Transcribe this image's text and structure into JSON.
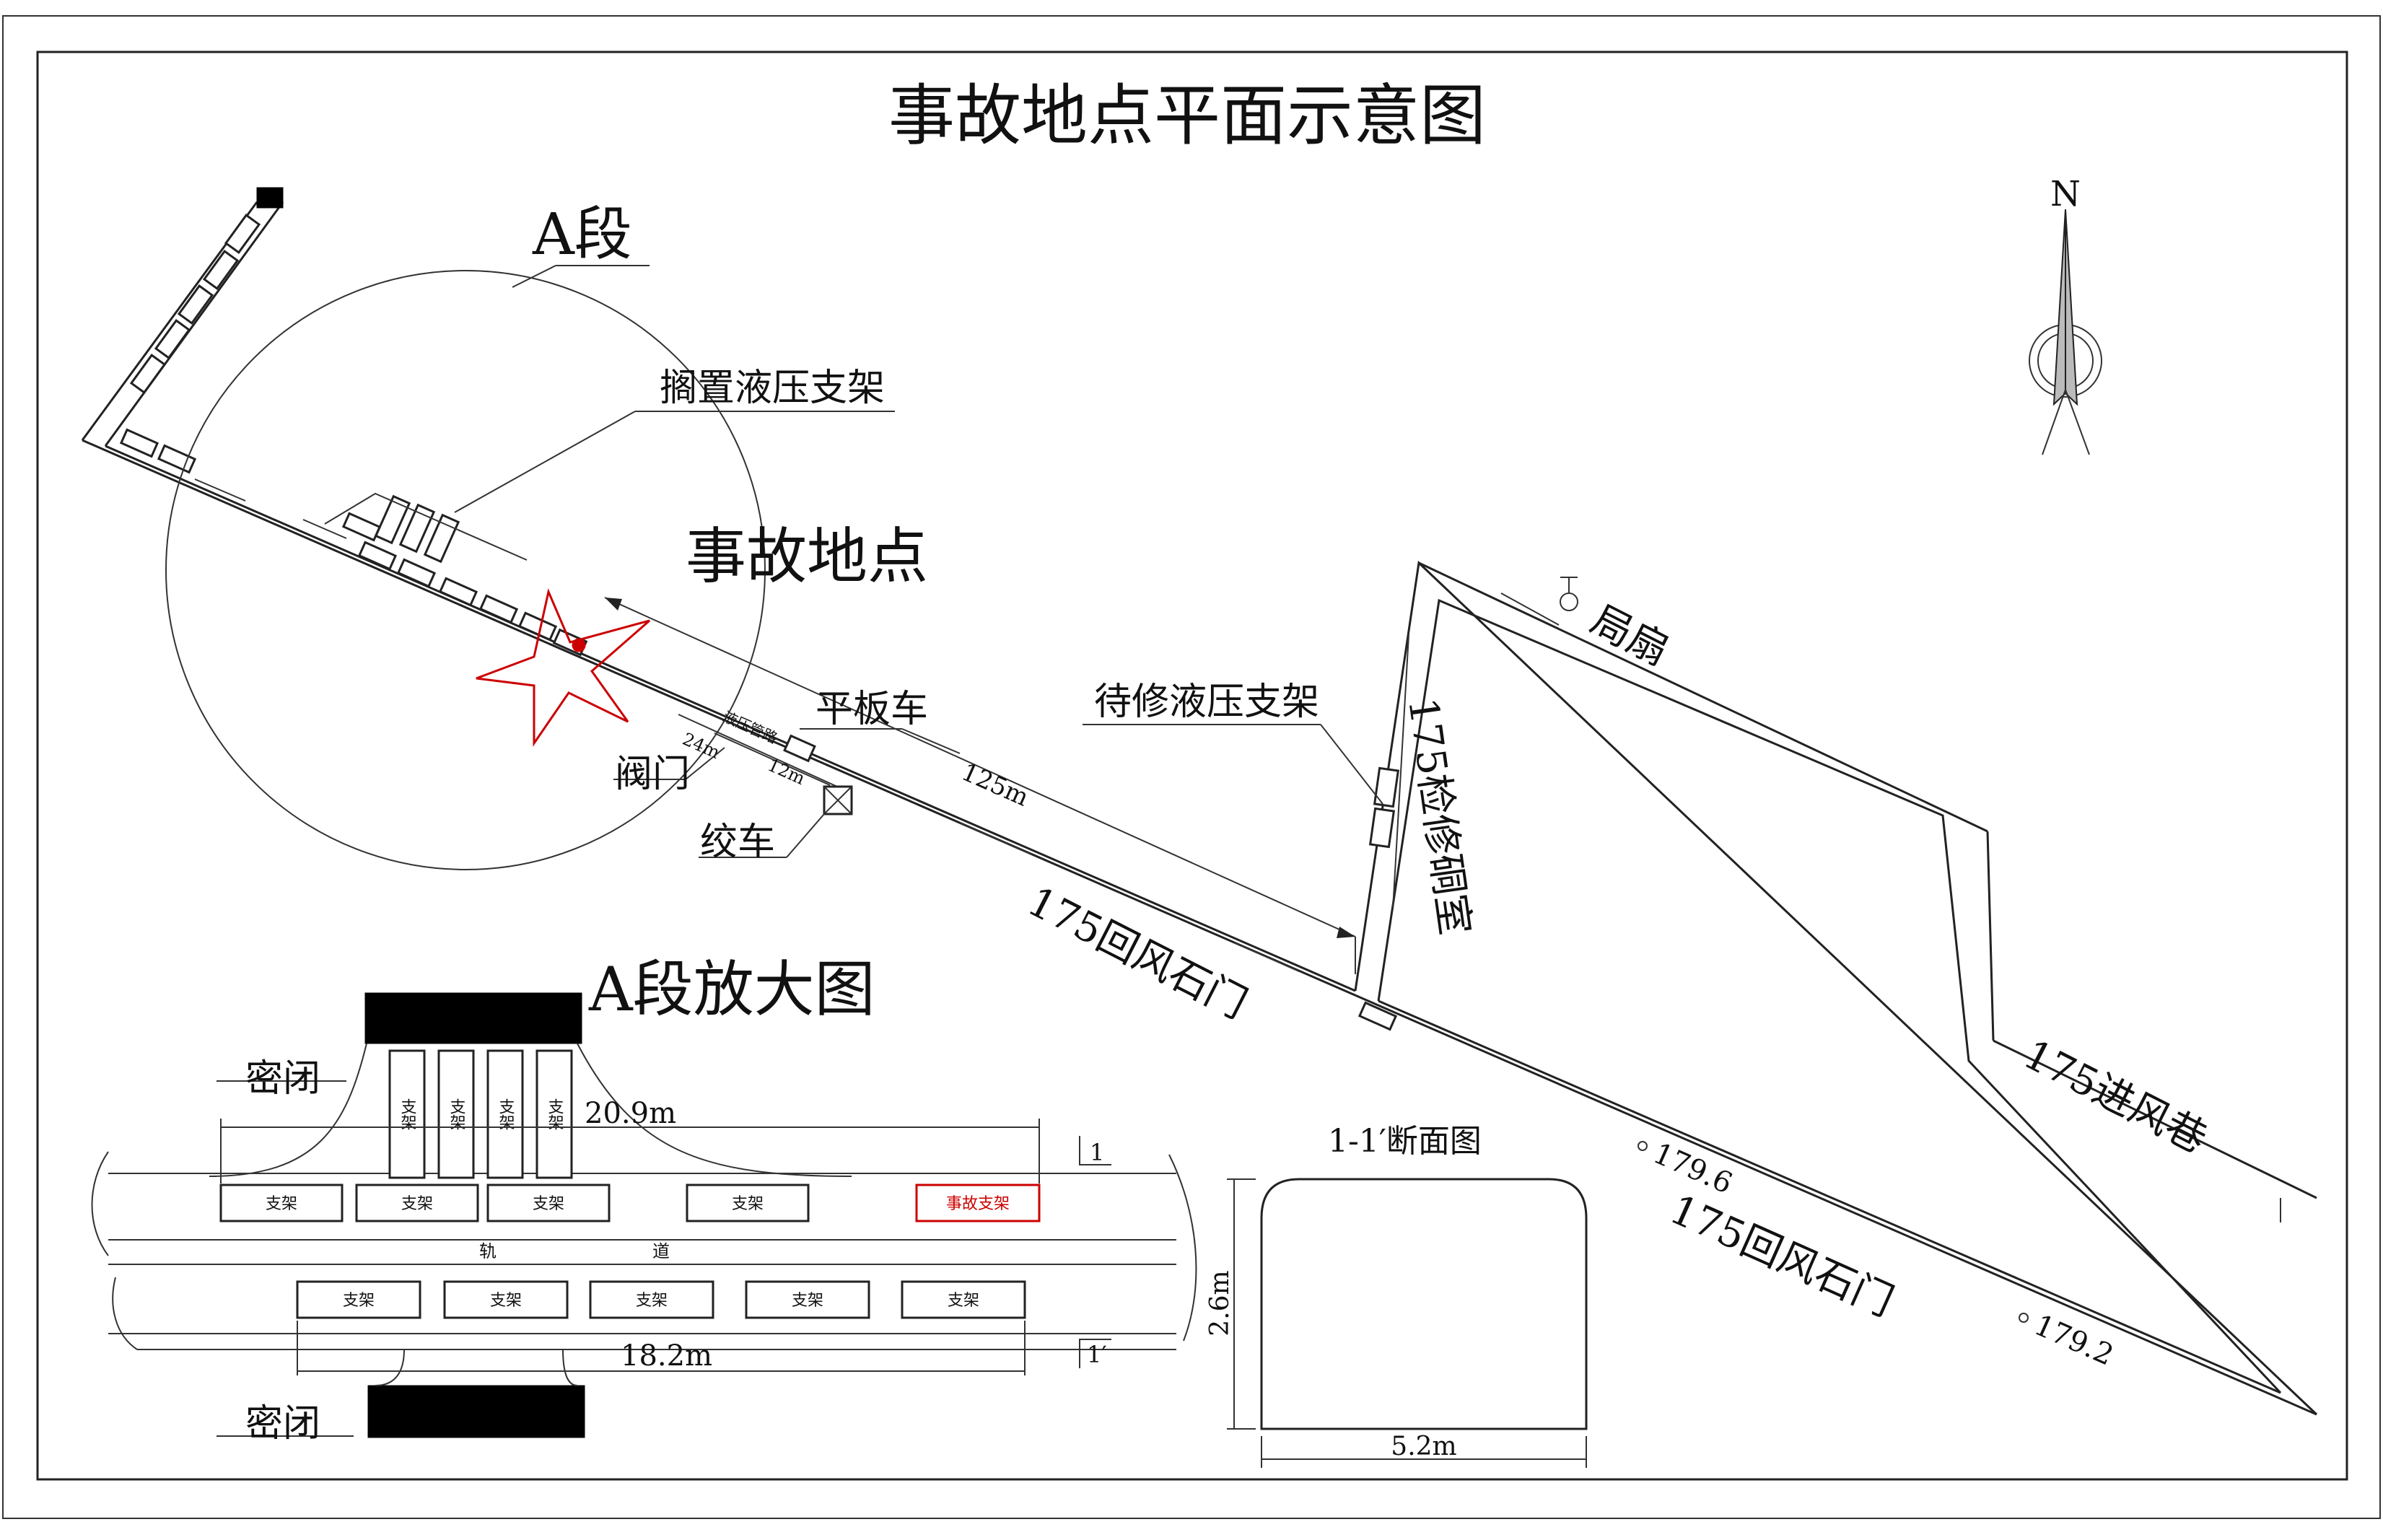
{
  "title": "事故地点平面示意图",
  "compass": {
    "north_label": "N"
  },
  "labels": {
    "section_a": "A段",
    "stored_supports": "搁置液压支架",
    "accident_site": "事故地点",
    "flat_car": "平板车",
    "valve": "阀门",
    "winch": "绞车",
    "dim_125": "125m",
    "dim_24": "24m",
    "dim_12": "12m",
    "pipe_note": "液压管路",
    "pending_supports": "待修液压支架",
    "repair_chamber": "175检修硐室",
    "local_fan": "局扇",
    "return_rock_gate_1": "175回风石门",
    "return_rock_gate_2": "175回风石门",
    "intake_lane": "175进风巷",
    "elev_1": "179.6",
    "elev_2": "179.2"
  },
  "enlarged": {
    "title": "A段放大图",
    "seal_top": "密闭",
    "seal_bottom": "密闭",
    "dim_top": "20.9m",
    "dim_bottom": "18.2m",
    "track": "轨",
    "track2": "道",
    "section_mark_top": "1",
    "section_mark_bottom": "1′",
    "vertical_supports": [
      "支架",
      "支架",
      "支架",
      "支架"
    ],
    "upper_row": [
      "支架",
      "支架",
      "支架",
      "支架"
    ],
    "accident_support": "事故支架",
    "lower_row": [
      "支架",
      "支架",
      "支架",
      "支架",
      "支架"
    ]
  },
  "section_view": {
    "title": "1-1′断面图",
    "height": "2.6m",
    "width": "5.2m"
  },
  "colors": {
    "accident": "#cc0000",
    "line": "#222222"
  }
}
